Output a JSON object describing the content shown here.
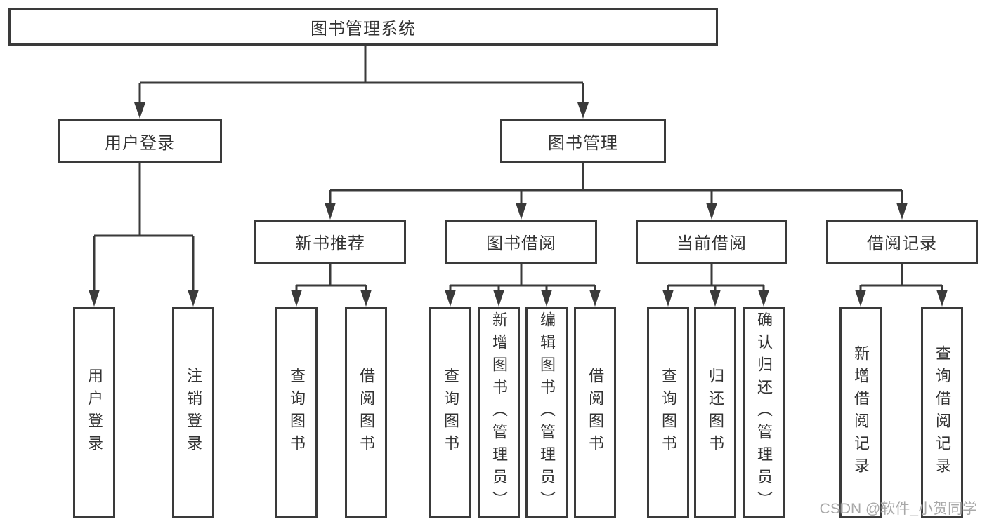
{
  "diagram": {
    "type": "hierarchy-tree",
    "colors": {
      "line": "#3a3a3a",
      "box_border": "#3a3a3a",
      "box_background": "#ffffff",
      "text": "#333333",
      "watermark_text": "#a8a8a8"
    },
    "nodes": {
      "root": {
        "label": "图书管理系统"
      },
      "user_login": {
        "label": "用户登录"
      },
      "book_management": {
        "label": "图书管理"
      },
      "new_book_recommend": {
        "label": "新书推荐"
      },
      "book_borrowing": {
        "label": "图书借阅"
      },
      "current_borrowing": {
        "label": "当前借阅"
      },
      "borrowing_records": {
        "label": "借阅记录"
      },
      "user_login_action": {
        "label": "用户登录"
      },
      "logout_action": {
        "label": "注销登录"
      },
      "query_books_1": {
        "label": "查询图书"
      },
      "borrow_books_1": {
        "label": "借阅图书"
      },
      "query_books_2": {
        "label": "查询图书"
      },
      "add_books_admin": {
        "label": "新增图书（管理员）"
      },
      "edit_books_admin": {
        "label": "编辑图书（管理员）"
      },
      "borrow_books_2": {
        "label": "借阅图书"
      },
      "query_books_3": {
        "label": "查询图书"
      },
      "return_books": {
        "label": "归还图书"
      },
      "confirm_return_admin": {
        "label": "确认归还（管理员）"
      },
      "add_borrow_record": {
        "label": "新增借阅记录"
      },
      "query_borrow_record": {
        "label": "查询借阅记录"
      }
    },
    "edges": [
      {
        "from": "root",
        "to": "user_login"
      },
      {
        "from": "root",
        "to": "book_management"
      },
      {
        "from": "user_login",
        "to": "user_login_action"
      },
      {
        "from": "user_login",
        "to": "logout_action"
      },
      {
        "from": "book_management",
        "to": "new_book_recommend"
      },
      {
        "from": "book_management",
        "to": "book_borrowing"
      },
      {
        "from": "book_management",
        "to": "current_borrowing"
      },
      {
        "from": "book_management",
        "to": "borrowing_records"
      },
      {
        "from": "new_book_recommend",
        "to": "query_books_1"
      },
      {
        "from": "new_book_recommend",
        "to": "borrow_books_1"
      },
      {
        "from": "book_borrowing",
        "to": "query_books_2"
      },
      {
        "from": "book_borrowing",
        "to": "add_books_admin"
      },
      {
        "from": "book_borrowing",
        "to": "edit_books_admin"
      },
      {
        "from": "book_borrowing",
        "to": "borrow_books_2"
      },
      {
        "from": "current_borrowing",
        "to": "query_books_3"
      },
      {
        "from": "current_borrowing",
        "to": "return_books"
      },
      {
        "from": "current_borrowing",
        "to": "confirm_return_admin"
      },
      {
        "from": "borrowing_records",
        "to": "add_borrow_record"
      },
      {
        "from": "borrowing_records",
        "to": "query_borrow_record"
      }
    ],
    "watermark": {
      "text": "CSDN @软件_小贺同学"
    }
  }
}
